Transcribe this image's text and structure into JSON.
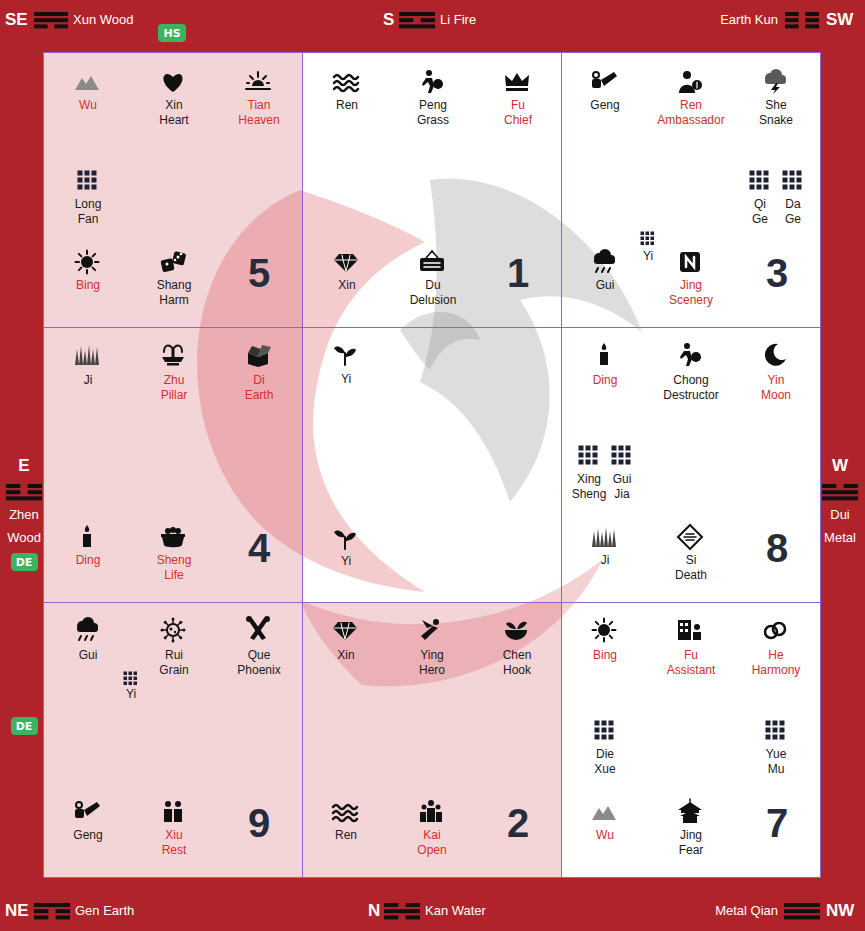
{
  "diagram": {
    "nodes": [
      {
        "text": [
          "HS"
        ]
      },
      {
        "text": [
          "Wu",
          "Xin Heart",
          "Tian Heaven",
          "Long Fan",
          "Bing",
          "Shang Harm",
          "5"
        ]
      },
      {
        "text": [
          "Ren",
          "Peng Grass",
          "Fu Chief",
          "Xin",
          "Du Delusion",
          "1"
        ]
      },
      {
        "text": [
          "Geng",
          "Ren Ambassador",
          "She Snake",
          "Qi Ge",
          "Da Ge",
          "Yi",
          "Gui",
          "Jing Scenery",
          "3"
        ]
      },
      {
        "text": [
          "DE"
        ]
      },
      {
        "text": [
          "Ji",
          "Zhu Pillar",
          "Di Earth",
          "Ding",
          "Sheng Life",
          "4"
        ]
      },
      {
        "text": [
          "Yi",
          "Yi"
        ]
      },
      {
        "text": [
          "Ding",
          "Chong Destructor",
          "Yin Moon",
          "Xing Sheng",
          "Gui Jia",
          "Ji",
          "Si Death",
          "8"
        ]
      },
      {
        "text": [
          "DE"
        ]
      },
      {
        "text": [
          "Gui",
          "Rui Grain",
          "Que Phoenix",
          "Yi",
          "Geng",
          "Xiu Rest",
          "9"
        ]
      },
      {
        "text": [
          "Xin",
          "Ying Hero",
          "Chen Hook",
          "Ren",
          "Kai Open",
          "2"
        ]
      },
      {
        "text": [
          "Bing",
          "Fu Assistant",
          "He Harmony",
          "Die Xue",
          "Yue Mu",
          "Wu",
          "Jing Fear",
          "7"
        ]
      }
    ],
    "labels": [
      "SE",
      "Xun Wood",
      "S",
      "Li Fire",
      "Earth Kun",
      "SW",
      "E",
      "Zhen",
      "Wood",
      "W",
      "Dui",
      "Metal",
      "NE",
      "Gen Earth",
      "N",
      "Kan Water",
      "Metal Qian",
      "NW"
    ]
  }
}
